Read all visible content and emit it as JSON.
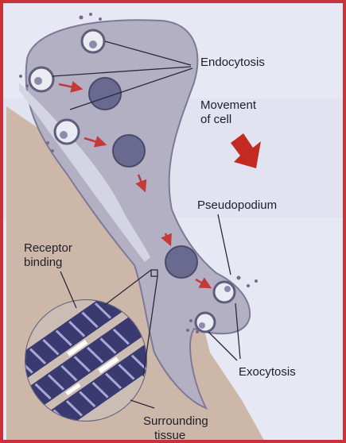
{
  "labels": {
    "endocytosis": "Endocytosis",
    "movement": [
      "Movement",
      "of cell"
    ],
    "pseudopodium": "Pseudopodium",
    "receptor": [
      "Receptor",
      "binding"
    ],
    "exocytosis": "Exocytosis",
    "surrounding": [
      "Surrounding",
      "tissue"
    ]
  },
  "colors": {
    "frame_border": "#c8323a",
    "background": "#e6e8f4",
    "cell_fill": "#b3b0c4",
    "tissue_fill": "#cdb7a9",
    "vesicle": "#6a6a90",
    "arrow_big": "#c22a22",
    "arrow_small": "#c43a3a",
    "receptor_dark": "#3a3a70",
    "receptor_light": "#a6a8d6"
  }
}
